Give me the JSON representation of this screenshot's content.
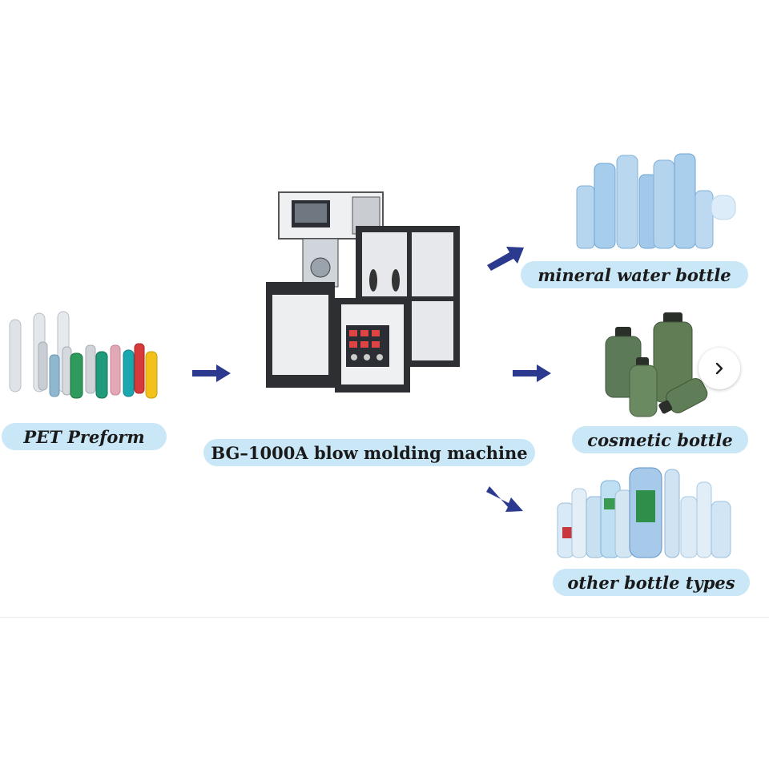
{
  "labels": {
    "preform": "PET Preform",
    "machine": "BG–1000A blow molding machine",
    "mineral": "mineral water bottle",
    "cosmetic": "cosmetic bottle",
    "other": "other bottle types"
  },
  "icons": {
    "next": "chevron-right-icon",
    "arrow": "arrow-icon"
  },
  "colors": {
    "label_bg": "#c9e7f6",
    "arrow": "#2b3a8f",
    "machine_body": "#2d2f33"
  }
}
